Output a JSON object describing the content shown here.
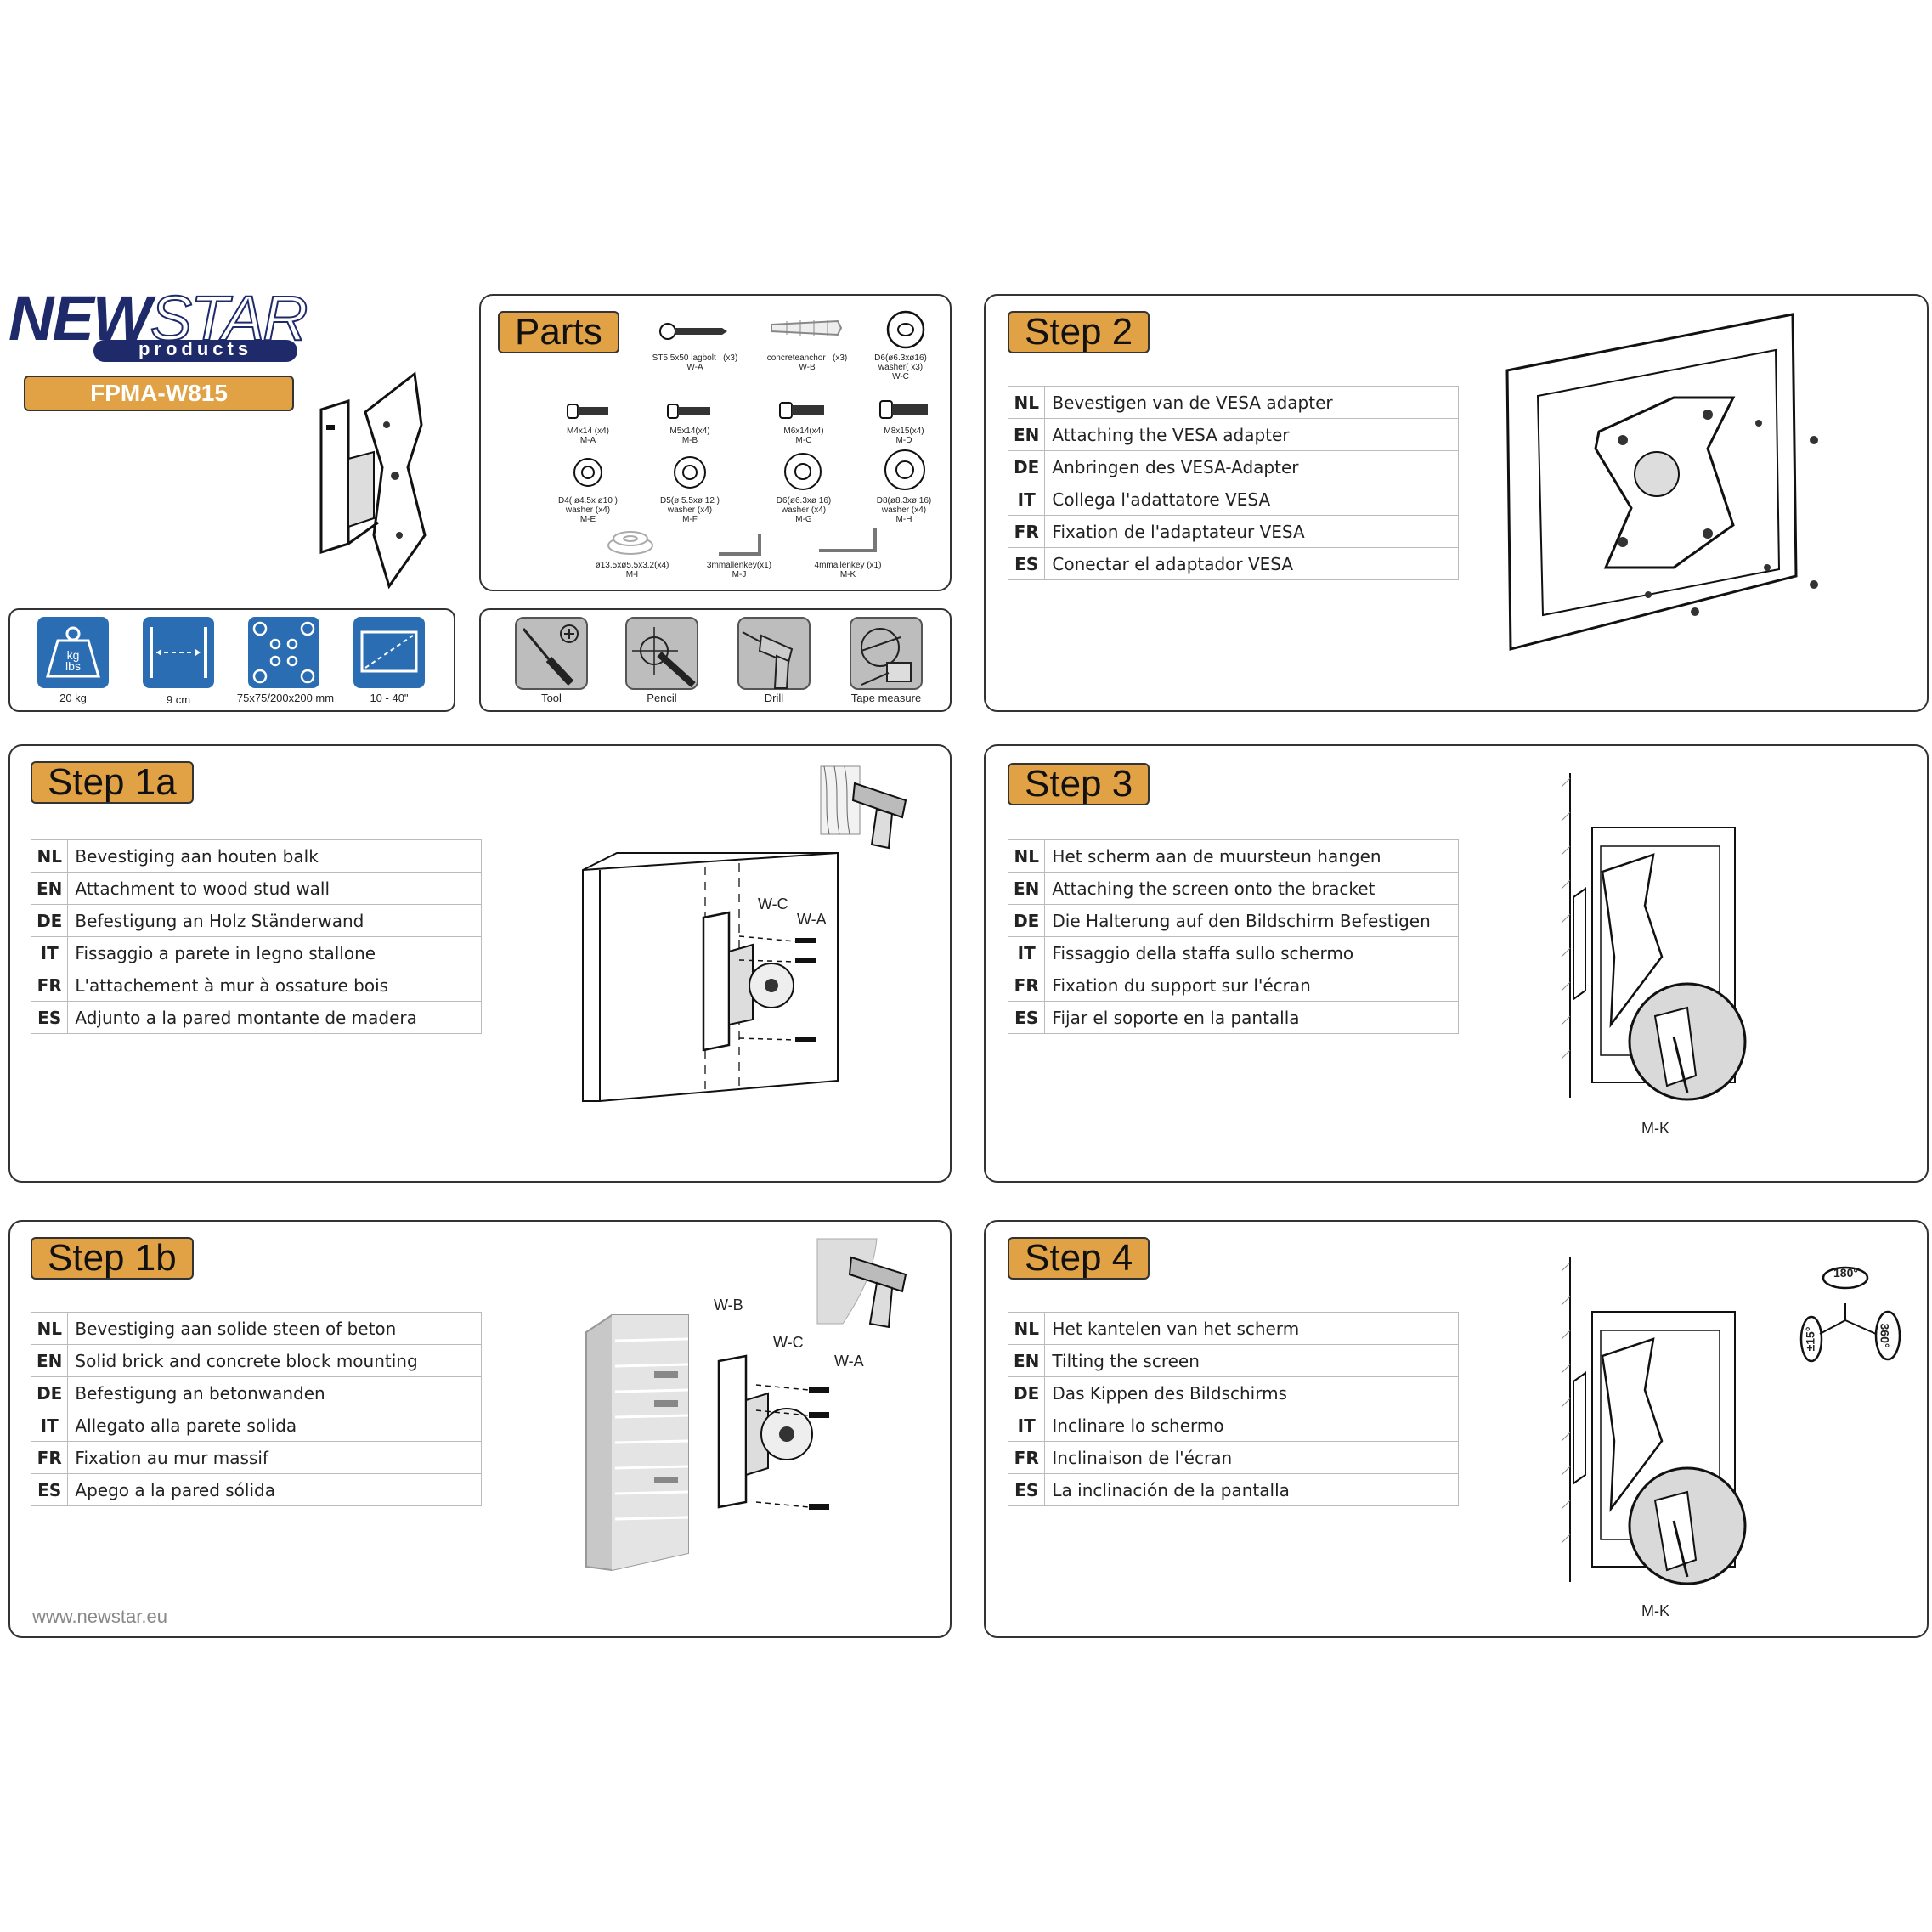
{
  "brand": {
    "name_part1": "NEW",
    "name_part2": "STAR",
    "sub": "products",
    "model": "FPMA-W815"
  },
  "specs": [
    {
      "icon": "weight-icon",
      "icon_text1": "kg",
      "icon_text2": "lbs",
      "label": "20 kg"
    },
    {
      "icon": "depth-icon",
      "label": "9 cm"
    },
    {
      "icon": "vesa-icon",
      "label": "75x75/200x200 mm"
    },
    {
      "icon": "screen-size-icon",
      "label": "10 - 40\""
    }
  ],
  "parts": {
    "title": "Parts",
    "row1": [
      {
        "name": "ST5.5x50 lagbolt",
        "qty": "(x3)",
        "code": "W-A"
      },
      {
        "name": "concreteanchor",
        "qty": "(x3)",
        "code": "W-B"
      },
      {
        "name": "D6(ø6.3xø16) washer(",
        "qty": "x3)",
        "code": "W-C"
      }
    ],
    "row2": [
      {
        "name": "M4x14  (x4)",
        "code": "M-A"
      },
      {
        "name": "M5x14(x4)",
        "code": "M-B"
      },
      {
        "name": "M6x14(x4)",
        "code": "M-C"
      },
      {
        "name": "M8x15(x4)",
        "code": "M-D"
      }
    ],
    "row3": [
      {
        "name": "D4( ø4.5x ø10 )",
        "line2": "washer  (x4)",
        "code": "M-E"
      },
      {
        "name": "D5(ø 5.5xø 12 )",
        "line2": "washer  (x4)",
        "code": "M-F"
      },
      {
        "name": "D6(ø6.3xø   16)",
        "line2": "washer  (x4)",
        "code": "M-G"
      },
      {
        "name": "D8(ø8.3xø   16)",
        "line2": "washer  (x4)",
        "code": "M-H"
      }
    ],
    "row4": [
      {
        "name": "ø13.5xø5.5x3.2(x4)",
        "code": "M-I"
      },
      {
        "name": "3mmallenkey(x1)",
        "code": "M-J"
      },
      {
        "name": "4mmallenkey  (x1)",
        "code": "M-K"
      }
    ]
  },
  "tools": [
    {
      "icon": "screwdriver-icon",
      "label": "Tool"
    },
    {
      "icon": "pencil-icon",
      "label": "Pencil"
    },
    {
      "icon": "drill-icon",
      "label": "Drill"
    },
    {
      "icon": "tape-measure-icon",
      "label": "Tape measure"
    }
  ],
  "steps": {
    "step1a": {
      "title": "Step 1a",
      "rows": [
        {
          "code": "NL",
          "text": "Bevestiging aan houten balk"
        },
        {
          "code": "EN",
          "text": "Attachment to wood stud wall"
        },
        {
          "code": "DE",
          "text": "Befestigung an Holz Ständerwand"
        },
        {
          "code": "IT",
          "text": "Fissaggio a parete in legno stallone"
        },
        {
          "code": "FR",
          "text": "L'attachement à mur à ossature bois"
        },
        {
          "code": "ES",
          "text": "Adjunto a la pared montante de madera"
        }
      ],
      "callouts": [
        "W-C",
        "W-A"
      ]
    },
    "step1b": {
      "title": "Step 1b",
      "rows": [
        {
          "code": "NL",
          "text": "Bevestiging aan solide steen of beton"
        },
        {
          "code": "EN",
          "text": "Solid brick and concrete block mounting"
        },
        {
          "code": "DE",
          "text": "Befestigung an betonwanden"
        },
        {
          "code": "IT",
          "text": "Allegato alla parete solida"
        },
        {
          "code": "FR",
          "text": "Fixation au mur massif"
        },
        {
          "code": "ES",
          "text": "Apego a la pared sólida"
        }
      ],
      "callouts": [
        "W-B",
        "W-C",
        "W-A"
      ]
    },
    "step2": {
      "title": "Step 2",
      "rows": [
        {
          "code": "NL",
          "text": "Bevestigen van de VESA adapter"
        },
        {
          "code": "EN",
          "text": "Attaching the VESA adapter"
        },
        {
          "code": "DE",
          "text": "Anbringen des VESA-Adapter"
        },
        {
          "code": "IT",
          "text": "Collega l'adattatore VESA"
        },
        {
          "code": "FR",
          "text": "Fixation de l'adaptateur VESA"
        },
        {
          "code": "ES",
          "text": "Conectar el adaptador VESA"
        }
      ]
    },
    "step3": {
      "title": "Step 3",
      "rows": [
        {
          "code": "NL",
          "text": "Het scherm aan de muursteun hangen"
        },
        {
          "code": "EN",
          "text": "Attaching the screen onto the bracket"
        },
        {
          "code": "DE",
          "text": "Die Halterung auf den Bildschirm Befestigen"
        },
        {
          "code": "IT",
          "text": "Fissaggio della staffa sullo schermo"
        },
        {
          "code": "FR",
          "text": "Fixation du support sur l'écran"
        },
        {
          "code": "ES",
          "text": "Fijar el soporte en la pantalla"
        }
      ],
      "callout": "M-K"
    },
    "step4": {
      "title": "Step 4",
      "rows": [
        {
          "code": "NL",
          "text": "Het kantelen van het scherm"
        },
        {
          "code": "EN",
          "text": "Tilting the screen"
        },
        {
          "code": "DE",
          "text": "Das Kippen des Bildschirms"
        },
        {
          "code": "IT",
          "text": "Inclinare lo schermo"
        },
        {
          "code": "FR",
          "text": "Inclinaison de l'écran"
        },
        {
          "code": "ES",
          "text": "La inclinación de la pantalla"
        }
      ],
      "callout": "M-K",
      "angles": [
        "180°",
        "±15°",
        "360°"
      ]
    }
  },
  "footer": {
    "url": "www.newstar.eu"
  }
}
